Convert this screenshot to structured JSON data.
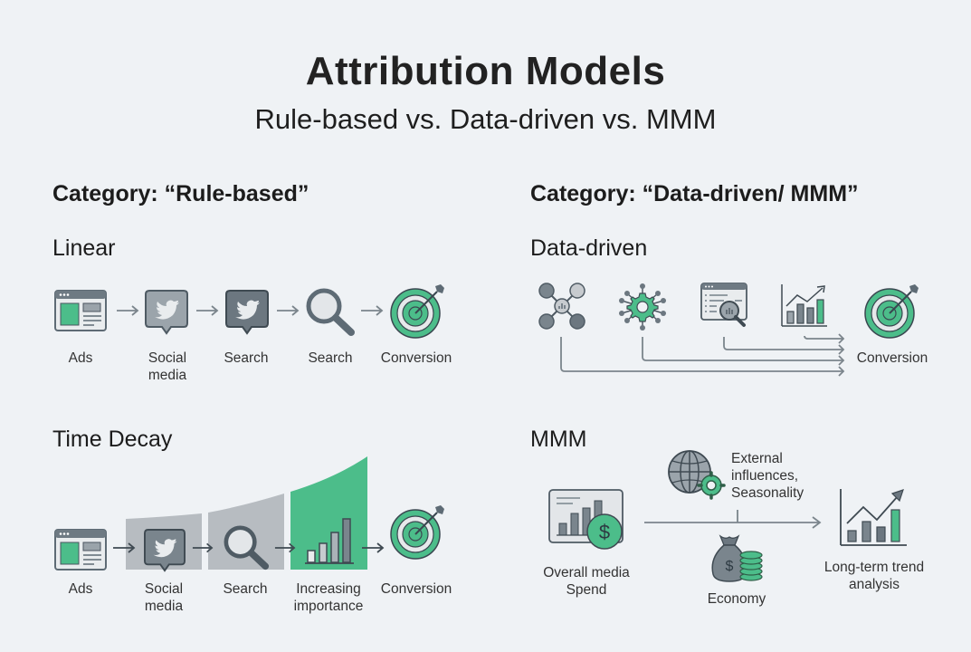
{
  "header": {
    "title": "Attribution Models",
    "subtitle": "Rule-based vs. Data-driven vs. MMM"
  },
  "colors": {
    "background": "#eff2f5",
    "accent_green": "#4cbd8a",
    "dark_gray": "#5e6b75",
    "mid_gray": "#8d969d",
    "light_gray": "#c7cbcf",
    "arrow_gray": "#7b858c",
    "decay_panel_gray": "#b7bcc1"
  },
  "left": {
    "category_heading": "Category: “Rule-based”",
    "linear": {
      "heading": "Linear",
      "steps": [
        {
          "icon": "browser-ad-icon",
          "label": "Ads"
        },
        {
          "icon": "social-bubble-icon",
          "label": "Social media"
        },
        {
          "icon": "social-bubble-dark-icon",
          "label": "Search"
        },
        {
          "icon": "magnifier-icon",
          "label": "Search"
        },
        {
          "icon": "target-icon",
          "label": "Conversion"
        }
      ]
    },
    "time_decay": {
      "heading": "Time Decay",
      "steps": [
        {
          "icon": "browser-ad-icon",
          "label": "Ads"
        },
        {
          "icon": "social-bubble-icon",
          "label": "Social media"
        },
        {
          "icon": "magnifier-icon",
          "label": "Search"
        },
        {
          "icon": "bar-chart-icon",
          "label": "Increasing importance"
        },
        {
          "icon": "target-icon",
          "label": "Conversion"
        }
      ]
    }
  },
  "right": {
    "category_heading": "Category: “Data-driven/ MMM”",
    "data_driven": {
      "heading": "Data-driven",
      "icons": [
        "network-nodes-icon",
        "gear-network-icon",
        "analytics-window-icon",
        "trend-chart-icon",
        "target-icon"
      ],
      "conversion_label": "Conversion"
    },
    "mmm": {
      "heading": "MMM",
      "media_spend_label": "Overall media Spend",
      "external_label": "External influences, Seasonality",
      "economy_label": "Economy",
      "trend_label": "Long-term trend analysis"
    }
  }
}
